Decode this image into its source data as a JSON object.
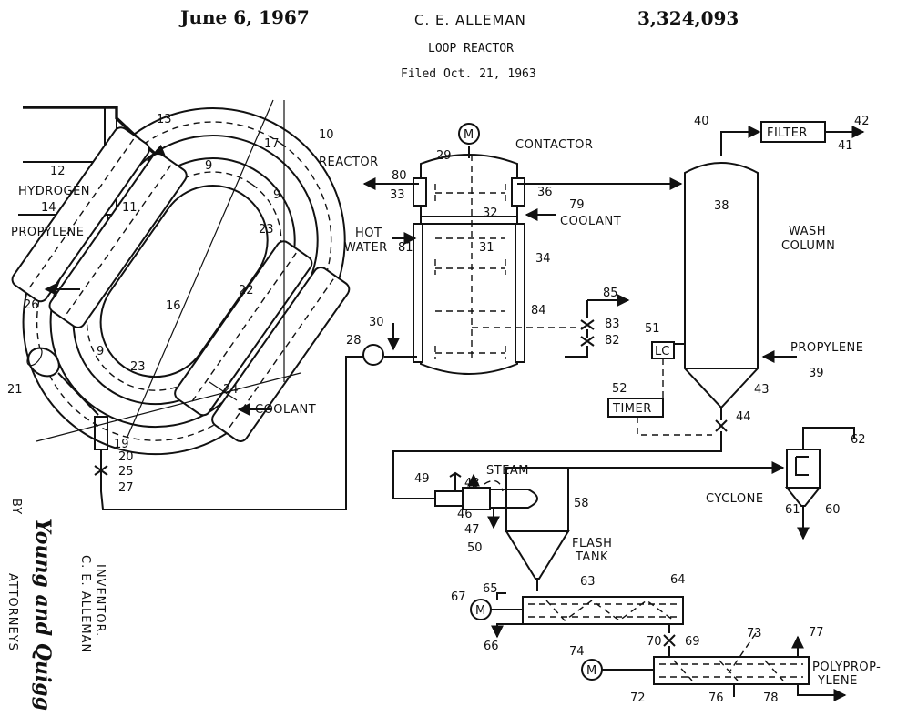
{
  "header": {
    "date": "June 6, 1967",
    "inventor": "C. E. ALLEMAN",
    "patent_number": "3,324,093",
    "title": "LOOP REACTOR",
    "filed": "Filed Oct. 21, 1963"
  },
  "labels": {
    "reactor": "REACTOR",
    "hydrogen": "HYDROGEN",
    "propylene_in": "PROPYLENE",
    "coolant_reactor": "COOLANT",
    "contactor": "CONTACTOR",
    "coolant_contactor": "COOLANT",
    "hot": "HOT",
    "water": "WATER",
    "filter": "FILTER",
    "wash": "WASH",
    "column": "COLUMN",
    "propylene_wash": "PROPYLENE",
    "lc": "LC",
    "timer": "TIMER",
    "steam": "STEAM",
    "flash": "FLASH",
    "tank": "TANK",
    "cyclone": "CYCLONE",
    "polyprop": "POLYPROP-",
    "ylene": "YLENE",
    "motor": "M"
  },
  "refs": {
    "r13": "13",
    "r10": "10",
    "r17": "17",
    "r9a": "9",
    "r9b": "9",
    "r9c": "9",
    "r12": "12",
    "r11": "11",
    "r14": "14",
    "r23a": "23",
    "r23b": "23",
    "r22": "22",
    "r16": "16",
    "r26": "26",
    "r21": "21",
    "r24": "24",
    "r19": "19",
    "r20": "20",
    "r25": "25",
    "r27": "27",
    "r29": "29",
    "r80": "80",
    "r33": "33",
    "r32": "32",
    "r36": "36",
    "r79": "79",
    "r31": "31",
    "r81": "81",
    "r34": "34",
    "r85": "85",
    "r84": "84",
    "r83": "83",
    "r82": "82",
    "r30": "30",
    "r28": "28",
    "r40": "40",
    "r41": "41",
    "r42": "42",
    "r38": "38",
    "r51": "51",
    "r39": "39",
    "r52": "52",
    "r43": "43",
    "r44": "44",
    "r62": "62",
    "r49": "49",
    "r48": "48",
    "r46": "46",
    "r47": "47",
    "r50": "50",
    "r58": "58",
    "r61": "61",
    "r60": "60",
    "r65": "65",
    "r63": "63",
    "r64": "64",
    "r67": "67",
    "r66": "66",
    "r70": "70",
    "r69": "69",
    "r73": "73",
    "r77": "77",
    "r74": "74",
    "r72": "72",
    "r76": "76",
    "r78": "78"
  },
  "margin": {
    "inventor_heading": "INVENTOR.",
    "inventor_name": "C. E. ALLEMAN",
    "by": "BY",
    "signature": "Young and Quigg",
    "attorneys": "ATTORNEYS"
  }
}
